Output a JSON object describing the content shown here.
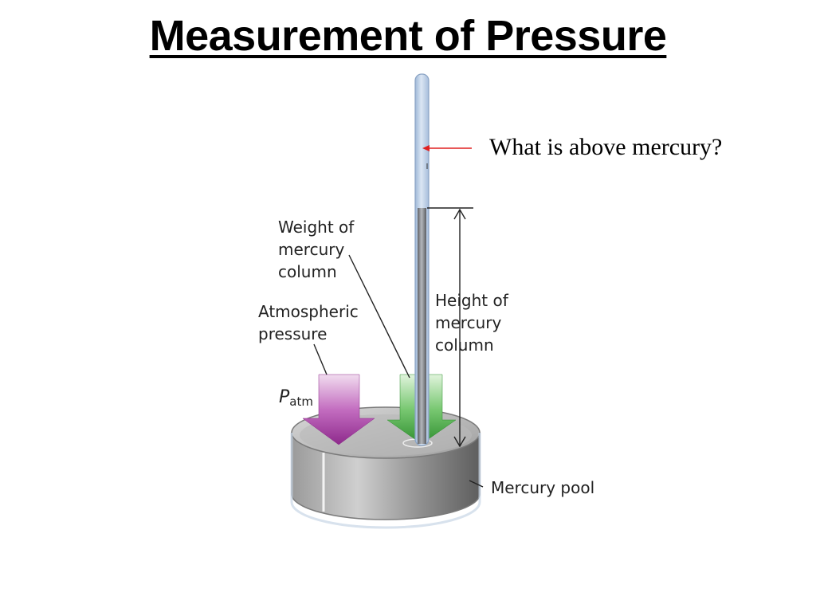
{
  "slide": {
    "title": "Measurement of Pressure",
    "question": "What is above mercury?"
  },
  "diagram": {
    "labels": {
      "weight_line1": "Weight of",
      "weight_line2": "mercury",
      "weight_line3": "column",
      "atmospheric_line1": "Atmospheric",
      "atmospheric_line2": "pressure",
      "height_line1": "Height of",
      "height_line2": "mercury",
      "height_line3": "column",
      "mercury_pool": "Mercury pool",
      "patm_symbol": "P",
      "patm_subscript": "atm"
    },
    "colors": {
      "tube_glass": "#bcd0e8",
      "mercury": "#7d7f83",
      "atmospheric_arrow": "#a43aa3",
      "weight_arrow": "#3aa03a",
      "pointer_arrow": "#e02020"
    }
  }
}
